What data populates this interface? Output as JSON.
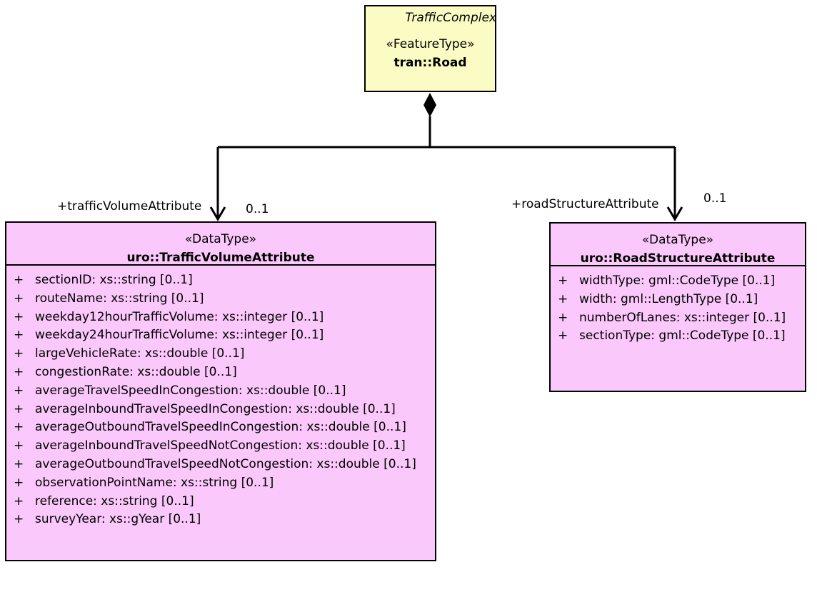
{
  "colors": {
    "feature_fill": "#fbfbc4",
    "datatype_fill": "#fbc8fb",
    "line": "#000000"
  },
  "road": {
    "package": "TrafficComplex",
    "stereotype": "«FeatureType»",
    "name": "tran::Road"
  },
  "traffic": {
    "stereotype": "«DataType»",
    "name": "uro::TrafficVolumeAttribute",
    "role": "+trafficVolumeAttribute",
    "multiplicity": "0..1",
    "attributes": [
      {
        "vis": "+",
        "text": "sectionID: xs::string [0..1]"
      },
      {
        "vis": "+",
        "text": "routeName: xs::string [0..1]"
      },
      {
        "vis": "+",
        "text": "weekday12hourTrafficVolume: xs::integer [0..1]"
      },
      {
        "vis": "+",
        "text": "weekday24hourTrafficVolume: xs::integer [0..1]"
      },
      {
        "vis": "+",
        "text": "largeVehicleRate: xs::double [0..1]"
      },
      {
        "vis": "+",
        "text": "congestionRate: xs::double [0..1]"
      },
      {
        "vis": "+",
        "text": "averageTravelSpeedInCongestion: xs::double [0..1]"
      },
      {
        "vis": "+",
        "text": "averageInboundTravelSpeedInCongestion: xs::double [0..1]"
      },
      {
        "vis": "+",
        "text": "averageOutboundTravelSpeedInCongestion: xs::double [0..1]"
      },
      {
        "vis": "+",
        "text": "averageInboundTravelSpeedNotCongestion: xs::double [0..1]"
      },
      {
        "vis": "+",
        "text": "averageOutboundTravelSpeedNotCongestion: xs::double [0..1]"
      },
      {
        "vis": "+",
        "text": "observationPointName: xs::string [0..1]"
      },
      {
        "vis": "+",
        "text": "reference: xs::string [0..1]"
      },
      {
        "vis": "+",
        "text": "surveyYear: xs::gYear [0..1]"
      }
    ]
  },
  "structure": {
    "stereotype": "«DataType»",
    "name": "uro::RoadStructureAttribute",
    "role": "+roadStructureAttribute",
    "multiplicity": "0..1",
    "attributes": [
      {
        "vis": "+",
        "text": "widthType: gml::CodeType [0..1]"
      },
      {
        "vis": "+",
        "text": "width: gml::LengthType [0..1]"
      },
      {
        "vis": "+",
        "text": "numberOfLanes: xs::integer [0..1]"
      },
      {
        "vis": "+",
        "text": "sectionType: gml::CodeType [0..1]"
      }
    ]
  }
}
